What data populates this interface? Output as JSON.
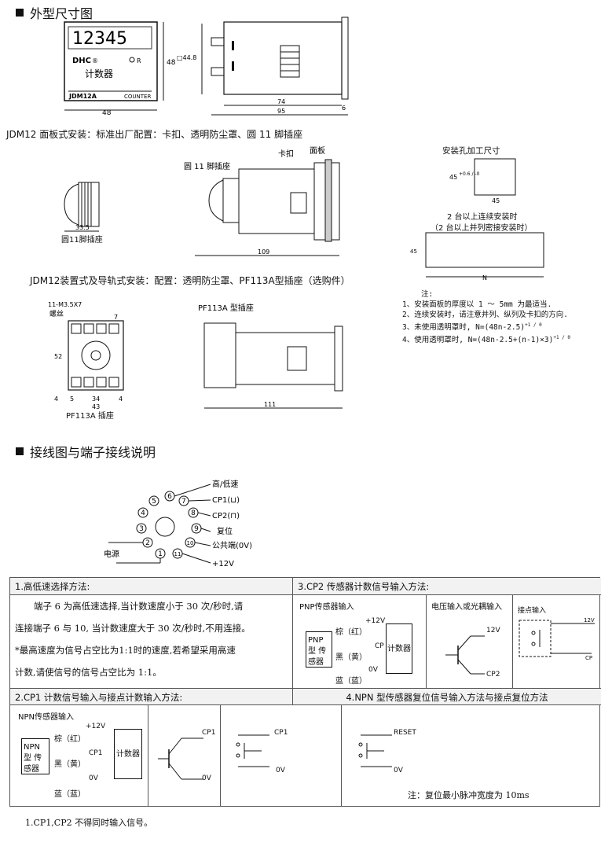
{
  "sections": {
    "dims_title": "外型尺寸图",
    "wiring_title": "接线图与端子接线说明"
  },
  "front": {
    "display": "12345",
    "brand": "DHC",
    "reg": "®",
    "r_label": "R",
    "name_cn": "计数器",
    "model": "JDM12A",
    "counter": "COUNTER",
    "dim_w": "48",
    "dim_h": "48",
    "dim_sq": "□44.8",
    "dim_74": "74",
    "dim_6": "6",
    "dim_95": "95"
  },
  "captions": {
    "panel_mount": "JDM12 面板式安装：标准出厂配置：卡扣、透明防尘罩、圆 11 脚插座",
    "rail_mount": "JDM12装置式及导轨式安装：配置：透明防尘罩、PF113A型插座（选购件）"
  },
  "socket": {
    "dim": "33.5",
    "label": "圆11脚插座",
    "socket_tag": "圆 11 脚插座",
    "clip": "卡扣",
    "panel": "面板",
    "len": "109"
  },
  "cutout": {
    "title": "安装孔加工尺寸",
    "h": "45",
    "h_tol": "+0.6 / -0",
    "w": "45",
    "multi_title": "2 台以上连续安装时",
    "multi_sub": "（2 台以上并列密接安装时）",
    "n": "N"
  },
  "notes": {
    "head": "注:",
    "items": [
      "1、安装面板的厚度以 1 ～ 5mm 为最适当.",
      "2、连续安装时，请注意并列、纵列及卡扣的方向.",
      "3、未使用透明罩时, N=(48n-2.5)",
      "4、使用透明罩时, N=(48n-2.5+(n-1)×3)"
    ],
    "tol": "+1 / 0"
  },
  "pf113": {
    "screw": "11-M3.5X7",
    "screw_cn": "螺丝",
    "d7": "7",
    "d52": "52",
    "d4": "4",
    "d5": "5",
    "d34": "34",
    "d4b": "4",
    "d43": "43",
    "label": "PF113A 插座",
    "side_tag": "PF113A 型插座",
    "len": "111"
  },
  "wiring": {
    "pins": [
      "1",
      "2",
      "3",
      "4",
      "5",
      "6",
      "7",
      "8",
      "9",
      "10",
      "11"
    ],
    "hi_lo": "高/低速",
    "cp1": "CP1(⊔)",
    "cp2": "CP2(⊓)",
    "reset": "复位",
    "common": "公共端(0V)",
    "power": "电源",
    "v12": "+12V"
  },
  "table": {
    "h1": "1.高低速选择方法:",
    "h3": "3.CP2 传感器计数信号输入方法:",
    "t1_line1": "端子 6 为高低速选择,当计数速度小于 30 次/秒时,请",
    "t1_line2": "连接端子 6 与 10, 当计数速度大于 30 次/秒时,不用连接。",
    "t1_line3": "*最高速度为信号占空比为1:1时的速度,若希望采用高速",
    "t1_line4": "计数,请使信号的信号占空比为 1:1。",
    "pnp_title": "PNP传感器输入",
    "pnp_box": "PNP型 传感器",
    "brown": "棕（红）",
    "black": "黑（黄）",
    "blue": "蓝（蓝）",
    "p12": "+12V",
    "cp": "CP",
    "ov": "0V",
    "counter": "计数器",
    "volt_title": "电压输入或光耦输入",
    "v12": "12V",
    "cp2": "CP2",
    "contact_title": "接点输入",
    "c12": "12V",
    "ccp": "CP",
    "h2": "2.CP1 计数信号输入与接点计数输入方法:",
    "h4": "4.NPN 型传感器复位信号输入方法与接点复位方法",
    "npn_title": "NPN传感器输入",
    "npn_box": "NPN型 传感器",
    "cp1": "CP1",
    "reset": "RESET",
    "ov2": "0V",
    "reset_note": "注：复位最小脉冲宽度为 10ms"
  },
  "footer": "1.CP1,CP2 不得同时输入信号。"
}
